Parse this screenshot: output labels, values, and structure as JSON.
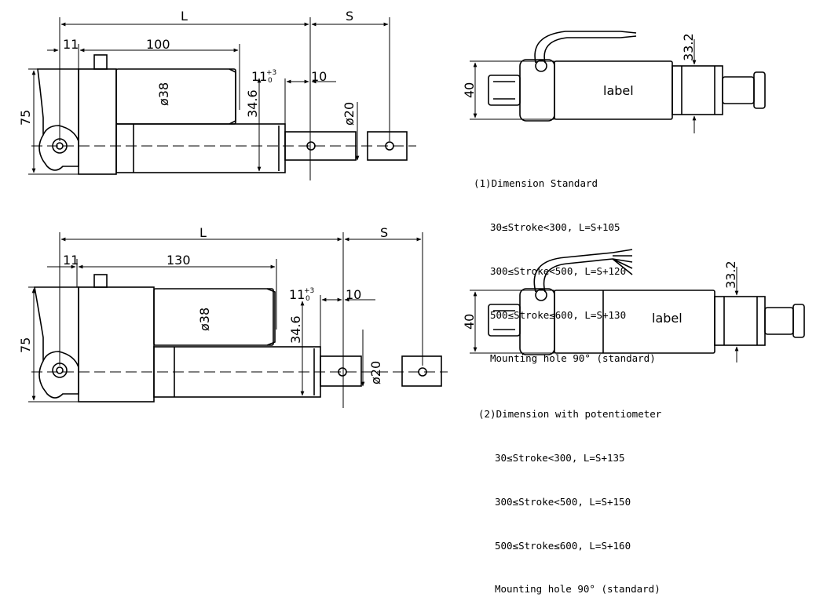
{
  "top_drawing": {
    "dim_L": "L",
    "dim_S": "S",
    "dim_11": "11",
    "dim_body": "100",
    "dim_75": "75",
    "dim_dia38": "ø38",
    "dim_34_6": "34.6",
    "dim_tol_base": "11",
    "dim_tol_plus": "+3",
    "dim_tol_minus": "0",
    "dim_10": "10",
    "dim_dia20": "ø20"
  },
  "bottom_drawing": {
    "dim_L": "L",
    "dim_S": "S",
    "dim_11": "11",
    "dim_body": "130",
    "dim_75": "75",
    "dim_dia38": "ø38",
    "dim_34_6": "34.6",
    "dim_tol_base": "11",
    "dim_tol_plus": "+3",
    "dim_tol_minus": "0",
    "dim_10": "10",
    "dim_dia20": "ø20"
  },
  "top_view_1": {
    "dim_40": "40",
    "dim_33_2": "33.2",
    "label": "label"
  },
  "top_view_2": {
    "dim_40": "40",
    "dim_33_2": "33.2",
    "label": "label"
  },
  "notes_1": {
    "heading": "(1)Dimension Standard",
    "lines": [
      "30≤Stroke<300, L=S+105",
      "300≤Stroke<500, L=S+120",
      "500≤Stroke≤600, L=S+130"
    ],
    "mounting": "Mounting hole 90° (standard)"
  },
  "notes_2": {
    "heading": "(2)Dimension with potentiometer",
    "lines": [
      "30≤Stroke<300, L=S+135",
      "300≤Stroke<500, L=S+150",
      "500≤Stroke≤600, L=S+160"
    ],
    "mounting": "Mounting hole 90° (standard)"
  }
}
